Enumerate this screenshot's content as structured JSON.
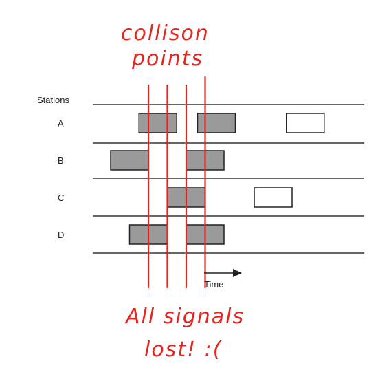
{
  "stations_header": "Stations",
  "stations": [
    {
      "name": "A",
      "frames": [
        {
          "start": 0.95,
          "end": 1.95,
          "collided": true
        },
        {
          "start": 2.5,
          "end": 3.5,
          "collided": true
        },
        {
          "start": 4.85,
          "end": 5.85,
          "collided": false
        }
      ]
    },
    {
      "name": "B",
      "frames": [
        {
          "start": 0.2,
          "end": 1.2,
          "collided": true
        },
        {
          "start": 2.2,
          "end": 3.2,
          "collided": true
        }
      ]
    },
    {
      "name": "C",
      "frames": [
        {
          "start": 1.7,
          "end": 2.7,
          "collided": true
        },
        {
          "start": 4.0,
          "end": 5.0,
          "collided": false
        }
      ]
    },
    {
      "name": "D",
      "frames": [
        {
          "start": 0.7,
          "end": 1.7,
          "collided": true
        },
        {
          "start": 2.2,
          "end": 3.2,
          "collided": true
        }
      ]
    }
  ],
  "collision_points": [
    1.2,
    1.7,
    2.2,
    2.7
  ],
  "time_axis_label": "Time",
  "annotations": {
    "collision_line1": "collison",
    "collision_line2": "points",
    "lost_line1": "All signals",
    "lost_line2": "lost! :("
  },
  "colors": {
    "collided_fill": "#9a9a9a",
    "clean_fill": "#ffffff",
    "frame_stroke": "#222222",
    "timeline": "#333333",
    "annotation": "#e8241e"
  }
}
